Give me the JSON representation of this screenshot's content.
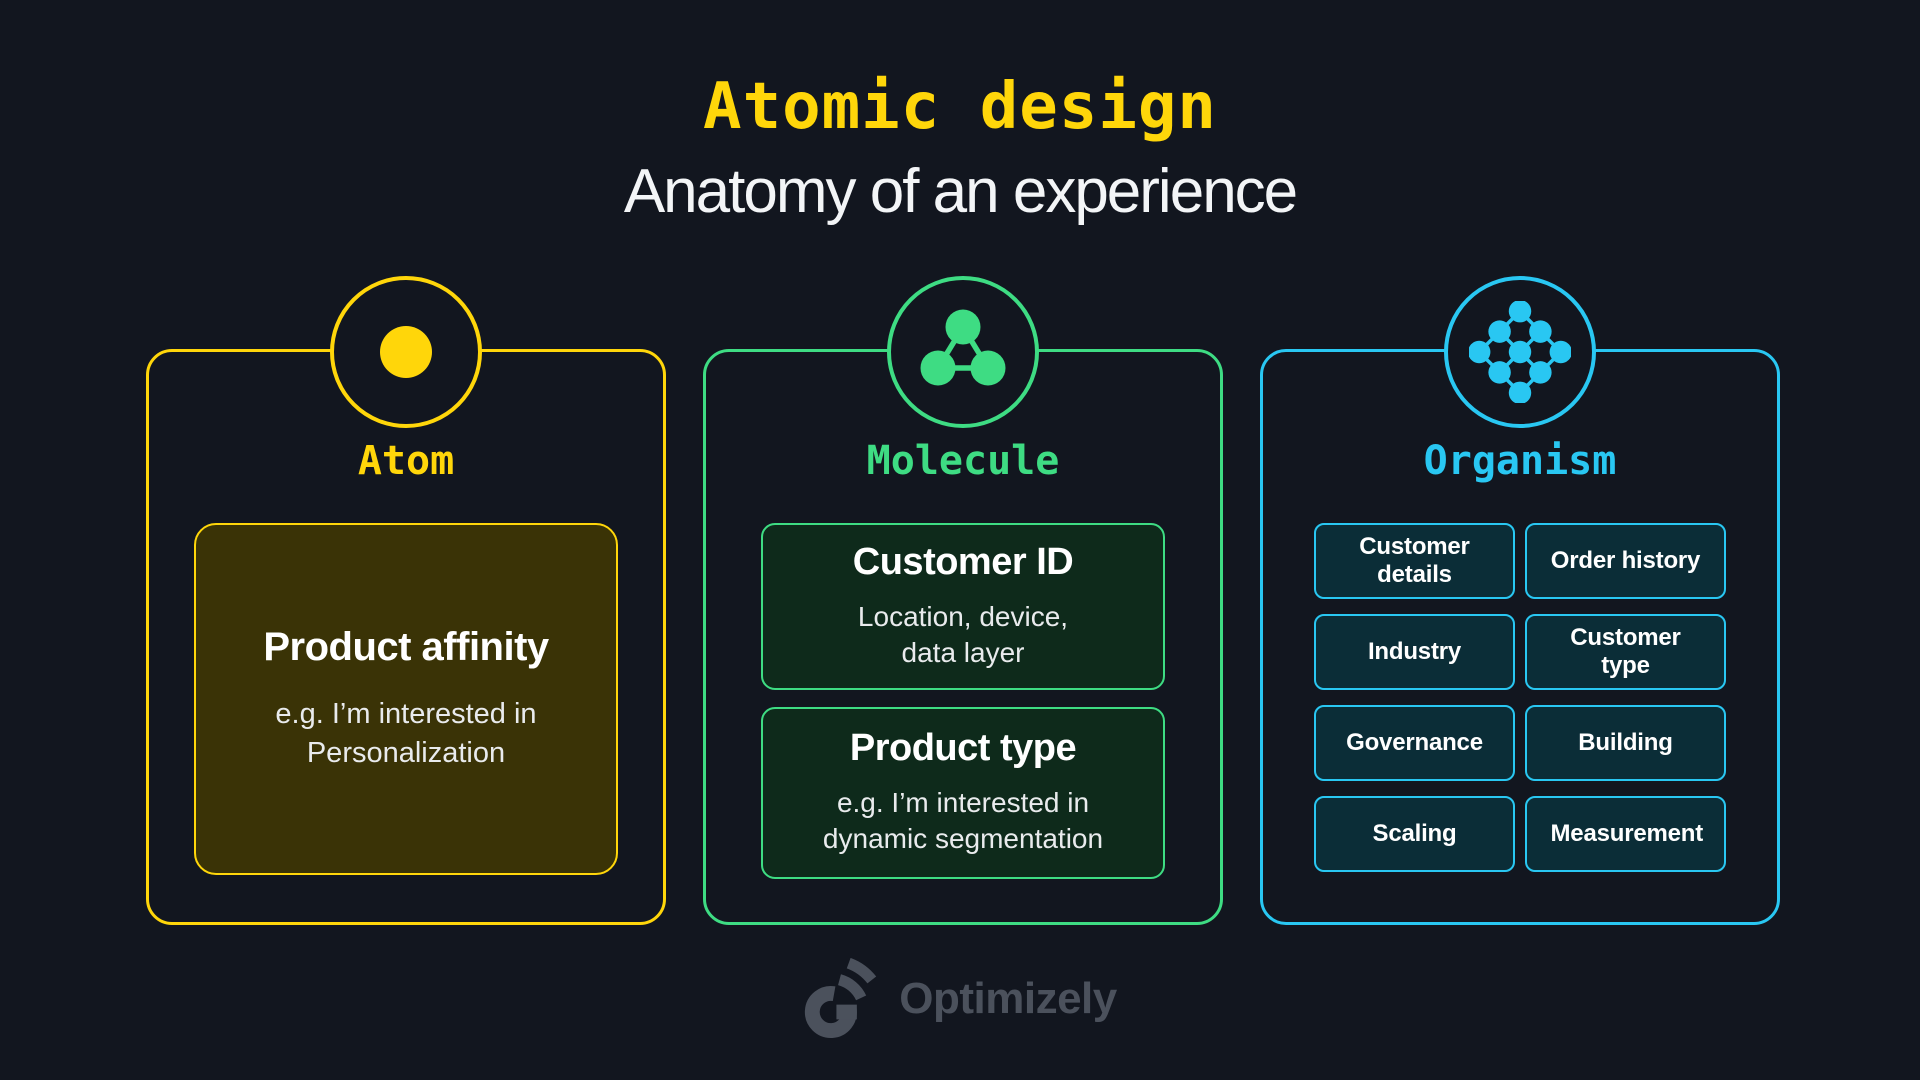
{
  "header": {
    "title": "Atomic design",
    "subtitle": "Anatomy of an experience"
  },
  "colors": {
    "background": "#12161F",
    "title_accent": "#FFD60A",
    "subtitle_text": "#F3F5F7",
    "card_text": "#FFFFFF",
    "footer_gray": "#4B515C"
  },
  "panels": [
    {
      "id": "atom",
      "label": "Atom",
      "icon": "atom-dot-icon",
      "color": "#FFD60A",
      "card_bg": "#3A3306",
      "cards": [
        {
          "title": "Product affinity",
          "description": "e.g. I’m interested in Personalization"
        }
      ]
    },
    {
      "id": "molecule",
      "label": "Molecule",
      "icon": "molecule-icon",
      "color": "#3EDC83",
      "card_bg": "#0E2A1B",
      "cards": [
        {
          "title": "Customer ID",
          "description": "Location, device, data layer"
        },
        {
          "title": "Product type",
          "description": "e.g. I’m interested in dynamic segmentation"
        }
      ]
    },
    {
      "id": "organism",
      "label": "Organism",
      "icon": "organism-grid-icon",
      "color": "#29C7F2",
      "card_bg": "#0B2D37",
      "tiles": [
        "Customer details",
        "Order history",
        "Industry",
        "Customer type",
        "Governance",
        "Building",
        "Scaling",
        "Measurement"
      ]
    }
  ],
  "footer": {
    "brand": "Optimizely"
  }
}
